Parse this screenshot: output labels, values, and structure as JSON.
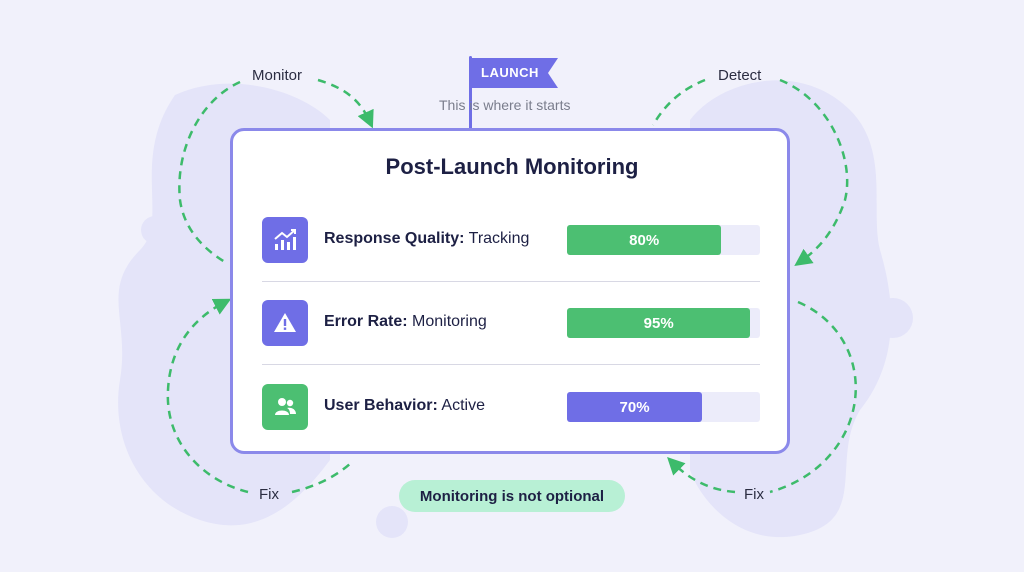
{
  "launch": {
    "flag_label": "LAUNCH",
    "caption": "This is where it starts"
  },
  "cycle": {
    "monitor": "Monitor",
    "detect": "Detect",
    "fix_left": "Fix",
    "fix_right": "Fix"
  },
  "card": {
    "title": "Post-Launch Monitoring",
    "rows": [
      {
        "label": "Response Quality:",
        "status": "Tracking",
        "percent": 80,
        "percent_text": "80%",
        "color": "#4cbf72",
        "icon": "trending-up-chart-icon",
        "icon_bg": "#6f6ee6"
      },
      {
        "label": "Error Rate:",
        "status": "Monitoring",
        "percent": 95,
        "percent_text": "95%",
        "color": "#4cbf72",
        "icon": "warning-triangle-icon",
        "icon_bg": "#6f6ee6"
      },
      {
        "label": "User Behavior:",
        "status": "Active",
        "percent": 70,
        "percent_text": "70%",
        "color": "#6f6ee6",
        "icon": "users-group-icon",
        "icon_bg": "#4cbf72"
      }
    ]
  },
  "footer": {
    "pill_text": "Monitoring is not optional"
  },
  "colors": {
    "accent": "#6f6ee6",
    "green": "#4cbf72",
    "blob": "#e4e4f9",
    "arrow": "#3dbb6b"
  }
}
